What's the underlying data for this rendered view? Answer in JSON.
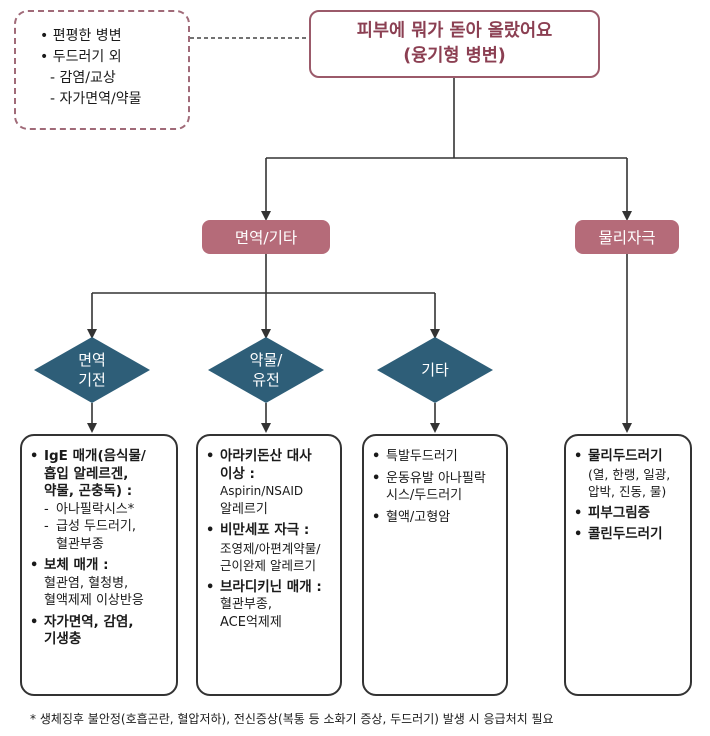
{
  "note": {
    "items": [
      {
        "bullet": "•",
        "text": "편평한 병변"
      },
      {
        "bullet": "•",
        "text": "두드러기 외"
      },
      {
        "bullet": "-",
        "text": "감염/교상"
      },
      {
        "bullet": "-",
        "text": "자가면역/약물"
      }
    ]
  },
  "title": {
    "line1": "피부에 뭐가 돋아 올랐어요",
    "line2": "(융기형 병변)"
  },
  "categories": {
    "immune": "면역/기타",
    "physical": "물리자극"
  },
  "diamonds": {
    "immune_mech": {
      "line1": "면역",
      "line2": "기전"
    },
    "drug_genetic": {
      "line1": "약물/",
      "line2": "유전"
    },
    "other": {
      "line1": "기타"
    }
  },
  "box_immune": {
    "ige_a": "IgE 매개(음식물/",
    "ige_b": "흡입 알레르겐,",
    "ige_c": "약물, 곤충독) :",
    "ige_sub1": "아나필락시스*",
    "ige_sub2a": "급성 두드러기,",
    "ige_sub2b": "혈관부종",
    "comp_title": "보체 매개 :",
    "comp_a": "혈관염, 혈청병,",
    "comp_b": "혈액제제 이상반응",
    "auto_a": "자가면역, 감염,",
    "auto_b": "기생충"
  },
  "box_drug": {
    "ara_a": "아라키돈산 대사",
    "ara_b": "이상 :",
    "ara_b2": "Aspirin/NSAID",
    "ara_c": "알레르기",
    "mast_title": "비만세포 자극 :",
    "mast_a": "조영제/아편계약물/",
    "mast_b": "근이완제 알레르기",
    "brady_title": "브라디키닌 매개 :",
    "brady_a": "혈관부종,",
    "brady_b": "ACE억제제"
  },
  "box_other": {
    "i1": "특발두드러기",
    "i2a": "운동유발 아나필락",
    "i2b": "시스/두드러기",
    "i3": "혈액/고형암"
  },
  "box_physical": {
    "p1": "물리두드러기",
    "p1a": "(열, 한랭, 일광,",
    "p1b": "압박, 진동, 물)",
    "p2": "피부그림증",
    "p3": "콜린두드러기"
  },
  "footer": "* 생체징후 불안정(호흡곤란, 혈압저하), 전신증상(복통 등 소화기 증상, 두드러기)  발생 시 응급처치 필요",
  "colors": {
    "accent": "#b56b79",
    "title_border": "#9b5a6a",
    "diamond": "#2e5e78"
  }
}
